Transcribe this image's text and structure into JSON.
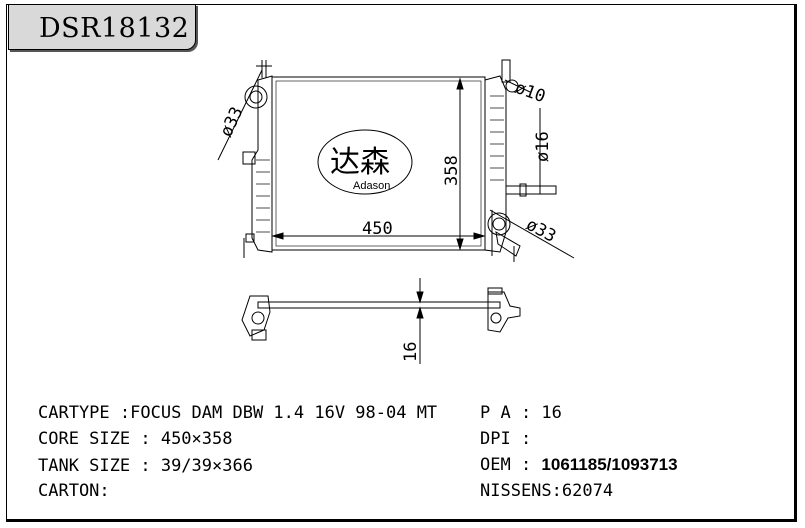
{
  "header": {
    "model_code": "DSR18132"
  },
  "logo": {
    "chinese": "达森",
    "english": "Adason"
  },
  "dimensions": {
    "width": "450",
    "height": "358",
    "inlet_diameter": "ø33",
    "outlet_diameter": "ø33",
    "small_port": "ø10",
    "side_port": "ø16",
    "core_thickness": "16"
  },
  "specs": {
    "cartype_label": "CARTYPE :",
    "cartype_value": "FOCUS DAM DBW 1.4 16V 98-04 MT",
    "core_size_label": "CORE SIZE : ",
    "core_size_value": "450×358",
    "tank_size_label": "TANK SIZE : ",
    "tank_size_value": "39/39×366",
    "carton_label": "CARTON:",
    "pa_label": "P A : ",
    "pa_value": "16",
    "dpi_label": "DPI :",
    "oem_label": "OEM : ",
    "oem_value": "1061185/1093713",
    "nissens_label": "NISSENS:",
    "nissens_value": "62074"
  }
}
